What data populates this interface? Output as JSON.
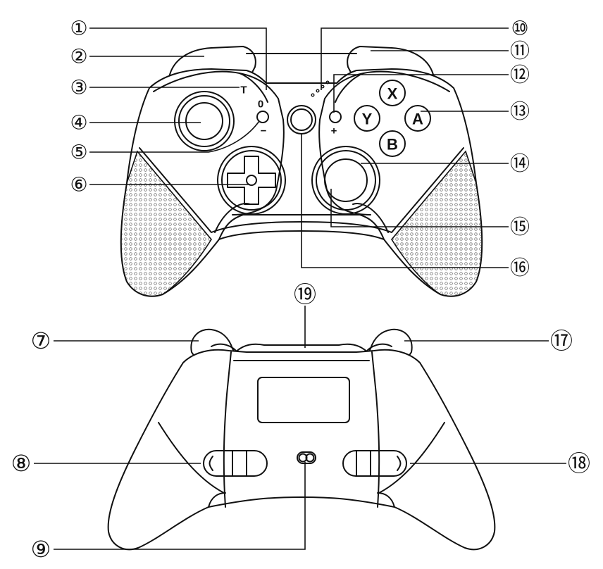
{
  "callouts": [
    "①",
    "②",
    "③",
    "④",
    "⑤",
    "⑥",
    "⑦",
    "⑧",
    "⑨",
    "⑩",
    "⑪",
    "⑫",
    "⑬",
    "⑭",
    "⑮",
    "⑯",
    "⑰",
    "⑱",
    "⑲"
  ],
  "face_buttons": {
    "x": "X",
    "y": "Y",
    "a": "A",
    "b": "B"
  },
  "marks": {
    "t": "T",
    "zero": "0",
    "minus": "−",
    "plus": "+"
  }
}
